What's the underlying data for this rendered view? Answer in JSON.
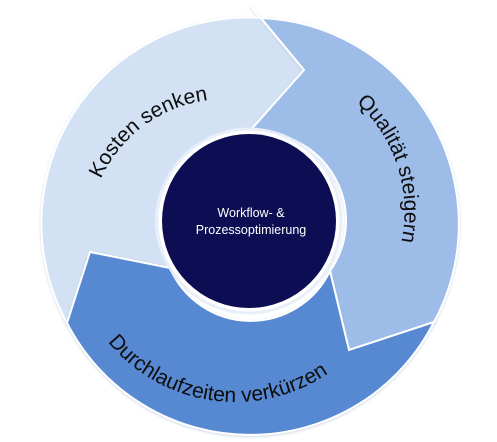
{
  "diagram": {
    "center": {
      "lines": [
        "Workflow- &",
        "Prozessoptimierung"
      ]
    },
    "segments": [
      {
        "label": "Kosten senken",
        "color": "#d3e1f4"
      },
      {
        "label": "Qualität steigern",
        "color": "#9dbde8"
      },
      {
        "label": "Durchlaufzeiten verkürzen",
        "color": "#5689d2"
      }
    ],
    "colors": {
      "center_fill": "#0c0d52",
      "ring_shadow": "#e9eff9"
    }
  }
}
